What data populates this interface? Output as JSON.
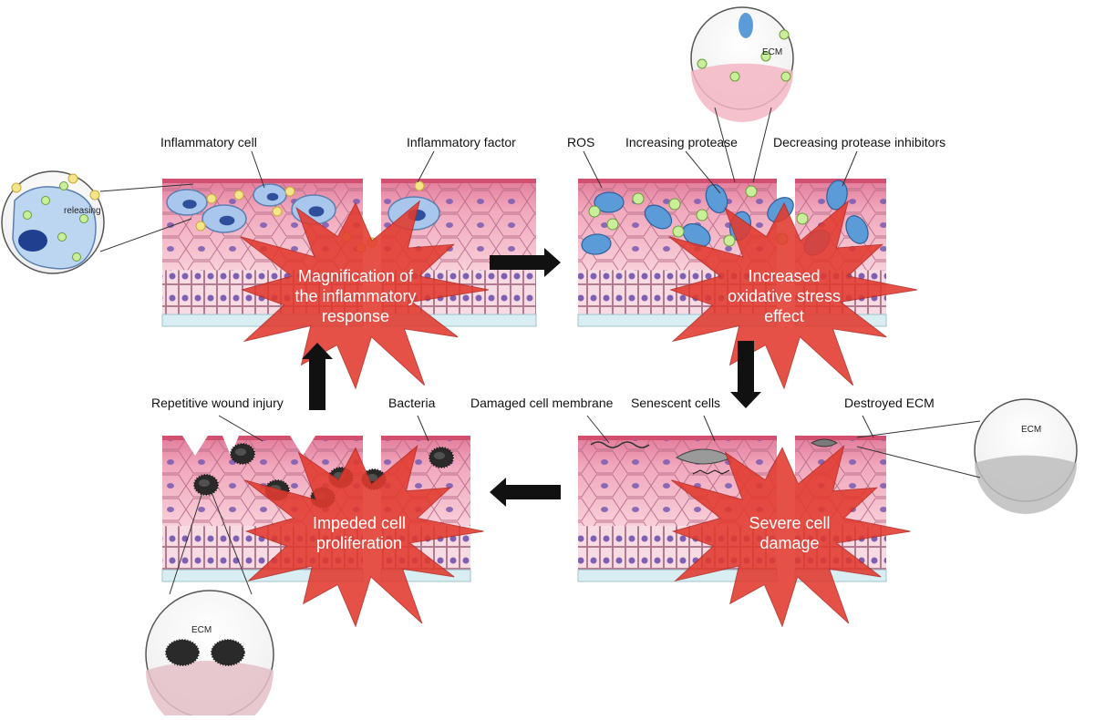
{
  "panels": {
    "top_left": {
      "labels": {
        "inflammatory_cell": "Inflammatory cell",
        "inflammatory_factor": "Inflammatory factor"
      },
      "burst_lines": [
        "Magnification of",
        "the inflammatory",
        "response"
      ],
      "zoom_label": "releasing"
    },
    "top_right": {
      "labels": {
        "ros": "ROS",
        "increasing_protease": "Increasing protease",
        "decreasing_inhibitors": "Decreasing protease inhibitors"
      },
      "burst_lines": [
        "Increased",
        "oxidative stress",
        "effect"
      ],
      "zoom_label": "ECM"
    },
    "bottom_right": {
      "labels": {
        "damaged_membrane": "Damaged cell membrane",
        "senescent_cells": "Senescent cells",
        "destroyed_ecm": "Destroyed ECM"
      },
      "burst_lines": [
        "Severe cell",
        "damage"
      ],
      "zoom_label": "ECM"
    },
    "bottom_left": {
      "labels": {
        "repetitive_injury": "Repetitive wound injury",
        "bacteria": "Bacteria"
      },
      "burst_lines": [
        "Impeded cell",
        "proliferation"
      ],
      "zoom_label": "ECM"
    }
  },
  "colors": {
    "tissue_top": "#e98aa6",
    "tissue_mid": "#f4b8c8",
    "tissue_base": "#f9d2dc",
    "nucleus": "#8a6ab8",
    "burst": "#e23a2e",
    "arrow": "#111111",
    "inflammatory_cell": "#a9c6ec",
    "protease": "#5a9bd8",
    "factor": "#f4e58a",
    "ros": "#c9ef9a"
  },
  "icons": [
    "cycle-arrow-right-icon",
    "cycle-arrow-down-icon",
    "cycle-arrow-left-icon",
    "cycle-arrow-up-icon"
  ]
}
